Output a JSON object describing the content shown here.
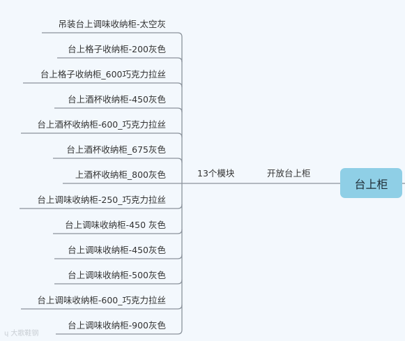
{
  "root": "台上柜",
  "branch": "开放台上柜",
  "group": "13个模块",
  "leaves": [
    "吊装台上调味收纳柜-太空灰",
    "台上格子收纳柜-200灰色",
    "台上格子收纳柜_600巧克力拉丝",
    "台上酒杯收纳柜-450灰色",
    "台上酒杯收纳柜-600_巧克力拉丝",
    "台上酒杯收纳柜_675灰色",
    "上酒杯收纳柜_800灰色",
    "台上调味收纳柜-250_巧克力拉丝",
    "台上调味收纳柜-450 灰色",
    "台上调味收纳柜-450灰色",
    "台上调味收纳柜-500灰色",
    "台上调味收纳柜-600_巧克力拉丝",
    "台上调味收纳柜-900灰色"
  ],
  "watermark": "大歌鞋钢",
  "colors": {
    "root_fill": "#8fcfe6",
    "line": "#8a929b",
    "background": "#f3f8fd"
  },
  "icons": {
    "watermark": "logo-icon"
  }
}
